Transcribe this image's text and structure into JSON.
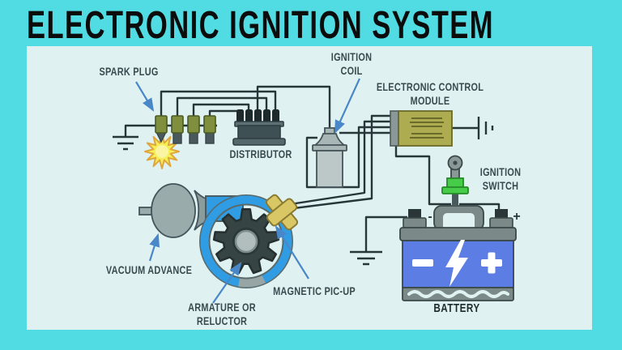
{
  "title": "ELECTRONIC IGNITION SYSTEM",
  "diagram": {
    "labels": {
      "spark_plug": "SPARK PLUG",
      "ignition_coil": [
        "IGNITION",
        "COIL"
      ],
      "ecm": [
        "ELECTRONIC CONTROL",
        "MODULE"
      ],
      "distributor": "DISTRIBUTOR",
      "ignition_switch": [
        "IGNITION",
        "SWITCH"
      ],
      "vacuum_advance": "VACUUM ADVANCE",
      "armature": [
        "ARMATURE OR",
        "RELUCTOR"
      ],
      "magnetic_pickup": "MAGNETIC PIC-UP",
      "battery": "BATTERY"
    },
    "battery_terminal_signs": {
      "negative": "-",
      "positive": "+"
    },
    "icons": {
      "battery_face_left": "minus-icon",
      "battery_face_center": "lightning-bolt-icon",
      "battery_face_right": "plus-icon",
      "spark": "spark-burst-icon",
      "grounds": "ground-symbol"
    },
    "colors": {
      "background": "#50dce2",
      "panel": "#dff2f1",
      "title_text": "#0c0c0c",
      "label_text": "#3a4a4e",
      "wire": "#263639",
      "arrow_blue": "#4a87c9",
      "spark_plug_olive": "#7f8f3d",
      "distributor_slate": "#3e5054",
      "coil_gray": "#bcc8c8",
      "ecm_olive": "#adac50",
      "ring_blue": "#2f9ce4",
      "gear_dark": "#364444",
      "pickup_yellow": "#d9c766",
      "switch_green": "#46cc48",
      "battery_blue": "#5b7de4",
      "battery_gray": "#7b8989",
      "spark_yellow": "#f6ee55"
    }
  }
}
